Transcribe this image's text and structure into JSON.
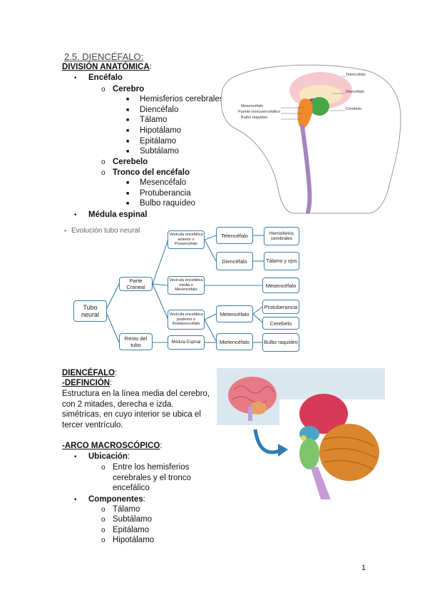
{
  "title": "2.5. DIENCÉFALO:",
  "division": {
    "heading": "DIVISIÓN ANATÓMICA",
    "colon": ":",
    "encefalo": "Encéfalo",
    "cerebro": "Cerebro",
    "cerebro_items": [
      "Hemisferios cerebrales",
      "Diencéfalo",
      "Tálamo",
      "Hipotálamo",
      "Epitálamo",
      "Subtálamo"
    ],
    "cerebelo": "Cerebelo",
    "tronco": "Tronco del encéfalo",
    "tronco_items": [
      "Mesencéfalo",
      "Protuberancia",
      "Bulbo raquídeo"
    ],
    "medula": "Médula espinal",
    "evolucion": "Evolución tubo neural"
  },
  "brain_labels": {
    "telencefalo": "Telencéfalo",
    "diencefalo": "Diencéfalo",
    "mesencefalo": "Mesencéfalo",
    "puente": "Puente troncoencefálico",
    "bulbo": "Bulbo raquídeo",
    "cerebelo": "Cerebelo"
  },
  "diagram": {
    "tubo": "Tubo neural",
    "parte_craneal": "Parte Craneal",
    "resto": "Resto del tubo",
    "prosencefalo": "Vesícula encefálica anterior o Prosencéfalo",
    "mesencefalo_v": "Vesícula encefálica media o Mesencéfalo",
    "romboencefalo": "Vesícula encefálica posterior o Romboencéfalo",
    "medula": "Médula Espinal",
    "telencefalo": "Telencéfalo",
    "diencefalo": "Diencéfalo",
    "metencefalo": "Metencéfalo",
    "mielencefalo": "Mielencéfalo",
    "hemisferios": "Hemisferios cerebrales",
    "talamo": "Tálamo y ojos",
    "mesencefalo_f": "Mesencéfalo",
    "protuberancia": "Protuberancia",
    "cerebelo": "Cerebelo",
    "bulbo": "Bulbo raquídeo"
  },
  "diencefalo": {
    "heading": "DIENCÉFALO",
    "colon": ":",
    "def_heading": "-DEFINCIÓN",
    "definition": "Estructura en la línea media del cerebro, con 2 mitades, derecha e izda. simétricas, en cuyo interior se ubica el tercer ventrículo.",
    "macro_heading": "-ARCO MACROSCÓPICO",
    "ubicacion": "Ubicación",
    "ubicacion_text": "Entre los hemisferios cerebrales y el tronco encefálico",
    "componentes": "Componentes",
    "componentes_items": [
      "Tálamo",
      "Subtálamo",
      "Epitálamo",
      "Hipotálamo"
    ]
  },
  "page_number": "1",
  "colors": {
    "box_border": "#3c7fa8",
    "connector": "#3c7fa8"
  }
}
